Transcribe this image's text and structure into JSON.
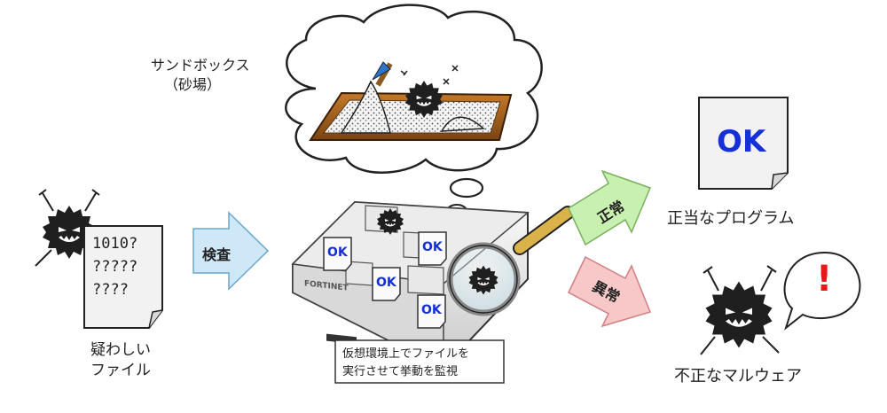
{
  "sandbox": {
    "title": "サンドボックス",
    "subtitle": "（砂場）"
  },
  "input_file": {
    "lines": [
      "1010?",
      "?????",
      "????"
    ],
    "caption_line1": "疑わしい",
    "caption_line2": "ファイル"
  },
  "inspect_arrow": {
    "label": "検査"
  },
  "appliance": {
    "brand": "FORTINET",
    "ok_label": "OK"
  },
  "callout": {
    "line1": "仮想環境上でファイルを",
    "line2": "実行させて挙動を監視"
  },
  "normal_arrow": {
    "label": "正常"
  },
  "abnormal_arrow": {
    "label": "異常"
  },
  "result_ok": {
    "badge": "OK",
    "caption": "正当なプログラム"
  },
  "result_malware": {
    "exclamation": "!",
    "caption": "不正なマルウェア"
  },
  "colors": {
    "inspect_arrow": "#cfe8f7",
    "normal_arrow": "#c8f0b0",
    "abnormal_arrow": "#f8c8c8",
    "ok_blue": "#1530d8",
    "alert_red": "#e81818"
  }
}
